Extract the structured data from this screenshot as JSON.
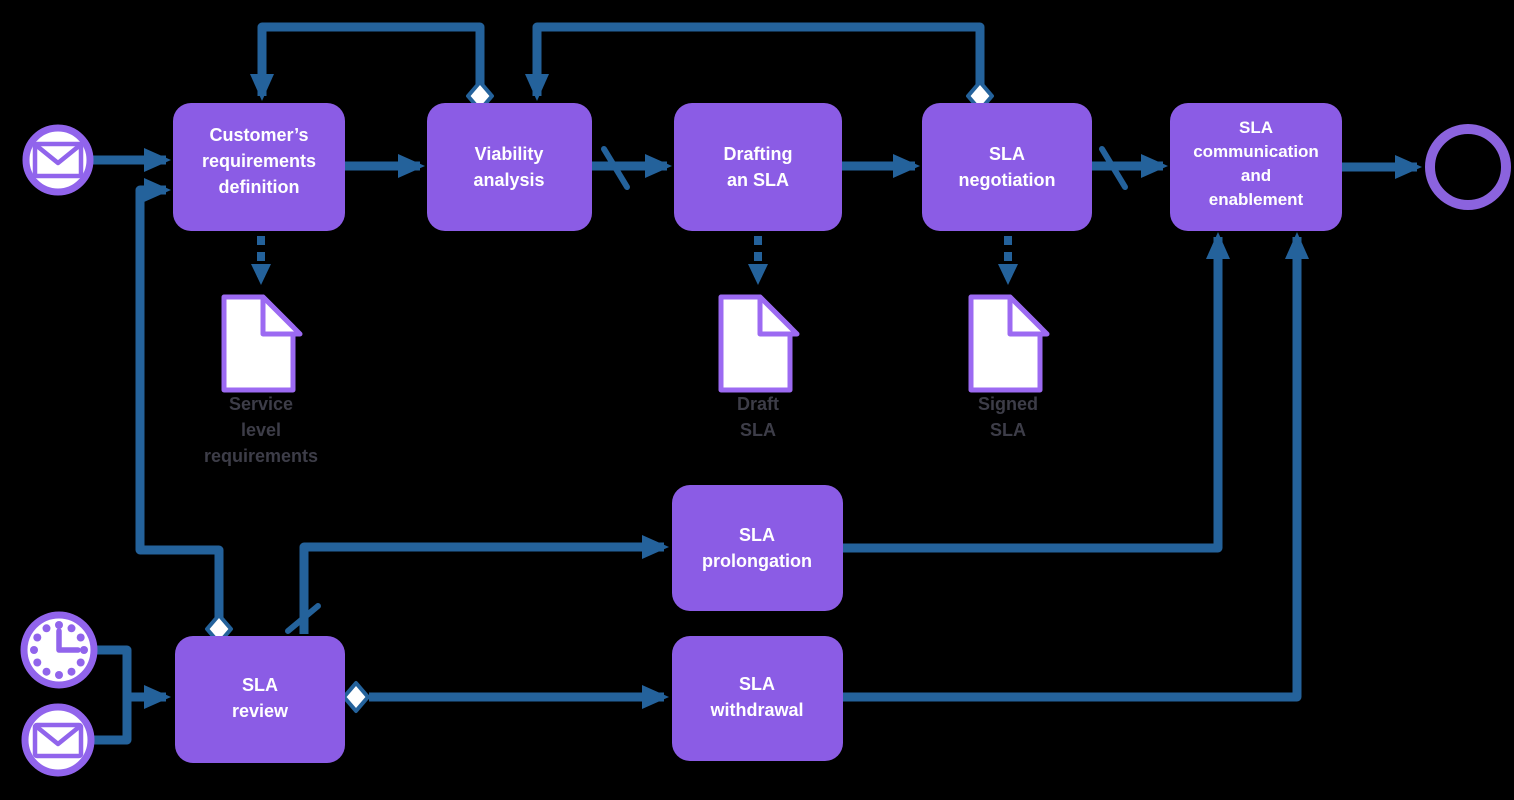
{
  "diagram": {
    "type": "bpmn-flowchart",
    "background": "#000000",
    "colors": {
      "task_fill": "#8B5CE5",
      "task_text": "#FFFFFF",
      "flow_blue": "#24629B",
      "event_purple": "#9164EC",
      "end_ring_purple": "#8B63DE",
      "document_border": "#9C6AF2",
      "document_fill": "#FFFFFF",
      "document_label": "#3D3D48",
      "conditional_diamond_fill": "#FFFFFF"
    },
    "tasks": {
      "crd": {
        "label": "Customer’s requirements definition",
        "lines": [
          "Customer’s",
          "requirements",
          "definition"
        ]
      },
      "va": {
        "label": "Viability analysis",
        "lines": [
          "Viability",
          "analysis"
        ]
      },
      "ds": {
        "label": "Drafting an SLA",
        "lines": [
          "Drafting",
          "an SLA"
        ]
      },
      "sn": {
        "label": "SLA negotiation",
        "lines": [
          "SLA",
          "negotiation"
        ]
      },
      "sce": {
        "label": "SLA communication and enablement",
        "lines": [
          "SLA",
          "communication",
          "and",
          "enablement"
        ]
      },
      "sp": {
        "label": "SLA prolongation",
        "lines": [
          "SLA",
          "prolongation"
        ]
      },
      "sr": {
        "label": "SLA review",
        "lines": [
          "SLA",
          "review"
        ]
      },
      "sw": {
        "label": "SLA withdrawal",
        "lines": [
          "SLA",
          "withdrawal"
        ]
      }
    },
    "documents": {
      "slr": {
        "label": "Service level requirements",
        "lines": [
          "Service",
          "level",
          "requirements"
        ]
      },
      "draft": {
        "label": "Draft SLA",
        "lines": [
          "Draft",
          "SLA"
        ]
      },
      "signed": {
        "label": "Signed SLA",
        "lines": [
          "Signed",
          "SLA"
        ]
      }
    },
    "events": {
      "start_message_top": "message start event",
      "timer": "timer start event",
      "start_message_bottom": "message start event",
      "end": "end event"
    }
  }
}
